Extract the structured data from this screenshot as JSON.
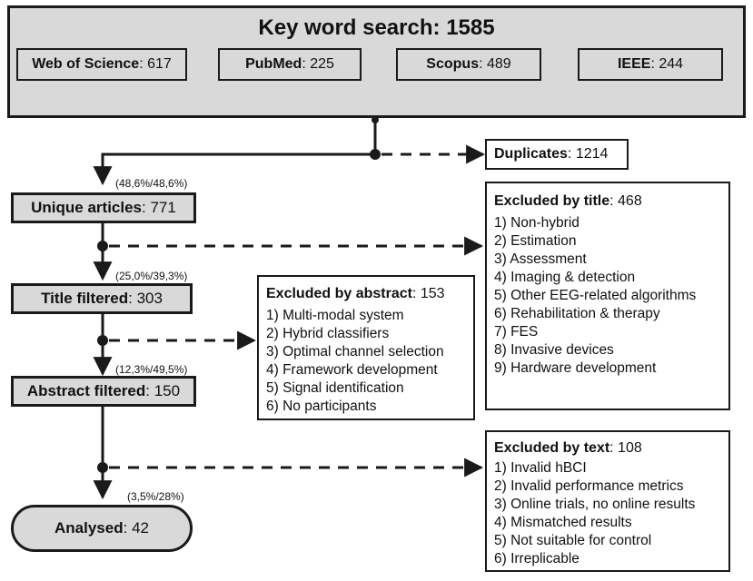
{
  "search": {
    "label": "Key word search",
    "value": "1585"
  },
  "sources": [
    {
      "label": "Web of Science",
      "value": "617"
    },
    {
      "label": "PubMed",
      "value": "225"
    },
    {
      "label": "Scopus",
      "value": "489"
    },
    {
      "label": "IEEE",
      "value": "244"
    }
  ],
  "duplicates": {
    "label": "Duplicates",
    "value": "1214"
  },
  "stages": [
    {
      "label": "Unique articles",
      "value": "771",
      "pct": "(48,6%/48,6%)"
    },
    {
      "label": "Title filtered",
      "value": "303",
      "pct": "(25,0%/39,3%)"
    },
    {
      "label": "Abstract filtered",
      "value": "150",
      "pct": "(12,3%/49,5%)"
    },
    {
      "label": "Analysed",
      "value": "42",
      "pct": "(3,5%/28%)"
    }
  ],
  "excluded_title": {
    "label": "Excluded by title",
    "value": "468",
    "items": [
      "1) Non-hybrid",
      "2) Estimation",
      "3) Assessment",
      "4) Imaging & detection",
      "5) Other EEG-related algorithms",
      "6) Rehabilitation & therapy",
      "7) FES",
      "8) Invasive devices",
      "9) Hardware development"
    ]
  },
  "excluded_abstract": {
    "label": "Excluded by abstract",
    "value": "153",
    "items": [
      "1) Multi-modal system",
      "2) Hybrid classifiers",
      "3) Optimal channel selection",
      "4) Framework development",
      "5) Signal identification",
      "6) No participants"
    ]
  },
  "excluded_text": {
    "label": "Excluded by text",
    "value": "108",
    "items": [
      "1) Invalid hBCI",
      "2) Invalid performance metrics",
      "3) Online trials, no online results",
      "4) Mismatched results",
      "5) Not suitable for control",
      "6) Irreplicable"
    ]
  }
}
